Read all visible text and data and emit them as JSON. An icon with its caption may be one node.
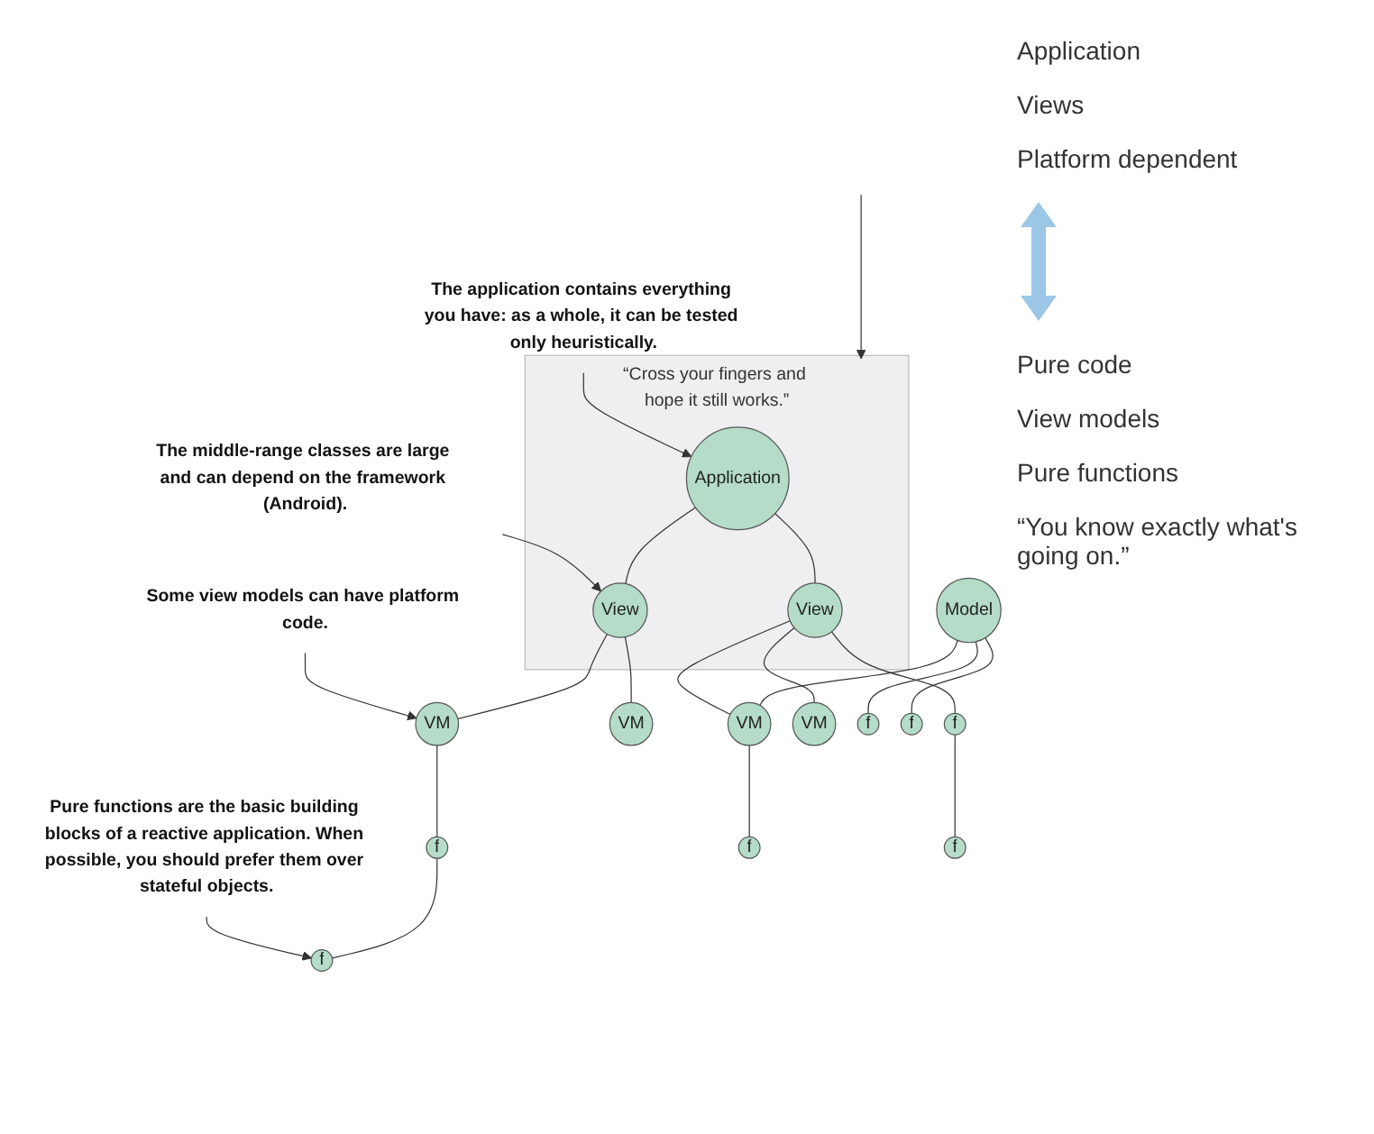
{
  "diagram": {
    "nodes": [
      {
        "text": [
          "“Cross your fingers and hope it still works.”"
        ]
      },
      {
        "text": [
          "The application contains everything you have: as a whole, it can be tested only heuristically."
        ]
      },
      {
        "text": [
          "The middle-range classes are large and can depend on the framework (Android)."
        ]
      },
      {
        "text": [
          "Some view models can have platform code."
        ]
      },
      {
        "text": [
          "Pure functions are the basic building blocks of a reactive application. When possible, you should prefer them over stateful objects."
        ]
      },
      {
        "text": [
          "Application"
        ],
        "in": 0
      },
      {
        "text": [
          "View"
        ],
        "in": 0
      },
      {
        "text": [
          "View"
        ],
        "in": 0
      },
      {
        "text": [
          "Model"
        ]
      },
      {
        "text": [
          "VM"
        ]
      },
      {
        "text": [
          "VM"
        ]
      },
      {
        "text": [
          "VM"
        ]
      },
      {
        "text": [
          "VM"
        ]
      },
      {
        "text": [
          "f"
        ]
      },
      {
        "text": [
          "f"
        ]
      },
      {
        "text": [
          "f"
        ]
      },
      {
        "text": [
          "f"
        ]
      },
      {
        "text": [
          "f"
        ]
      },
      {
        "text": [
          "f"
        ]
      },
      {
        "text": [
          "f"
        ]
      }
    ],
    "edges": [
      {
        "from": null,
        "to": 0,
        "arrow": "to"
      },
      {
        "from": 1,
        "to": 5,
        "arrow": "to"
      },
      {
        "from": 2,
        "to": 6,
        "arrow": "to"
      },
      {
        "from": 3,
        "to": 9,
        "arrow": "to"
      },
      {
        "from": 4,
        "to": 14,
        "arrow": "to"
      },
      {
        "from": 5,
        "to": 6,
        "arrow": "none"
      },
      {
        "from": 5,
        "to": 7,
        "arrow": "none"
      },
      {
        "from": 6,
        "to": 9,
        "arrow": "none"
      },
      {
        "from": 6,
        "to": 10,
        "arrow": "none"
      },
      {
        "from": 7,
        "to": 11,
        "arrow": "none"
      },
      {
        "from": 7,
        "to": 18,
        "arrow": "none"
      },
      {
        "from": 7,
        "to": 12,
        "arrow": "none"
      },
      {
        "from": 8,
        "to": 11,
        "arrow": "none"
      },
      {
        "from": 8,
        "to": 15,
        "arrow": "none"
      },
      {
        "from": 8,
        "to": 16,
        "arrow": "none"
      },
      {
        "from": 9,
        "to": 13,
        "arrow": "none"
      },
      {
        "from": 13,
        "to": 14,
        "arrow": "none"
      },
      {
        "from": 11,
        "to": 17,
        "arrow": "none"
      },
      {
        "from": 18,
        "to": 19,
        "arrow": "none"
      }
    ],
    "labels": [
      "Application",
      "Views",
      "Platform dependent",
      "Pure code",
      "View models",
      "Pure functions",
      "“You know exactly what's going on.”"
    ]
  }
}
